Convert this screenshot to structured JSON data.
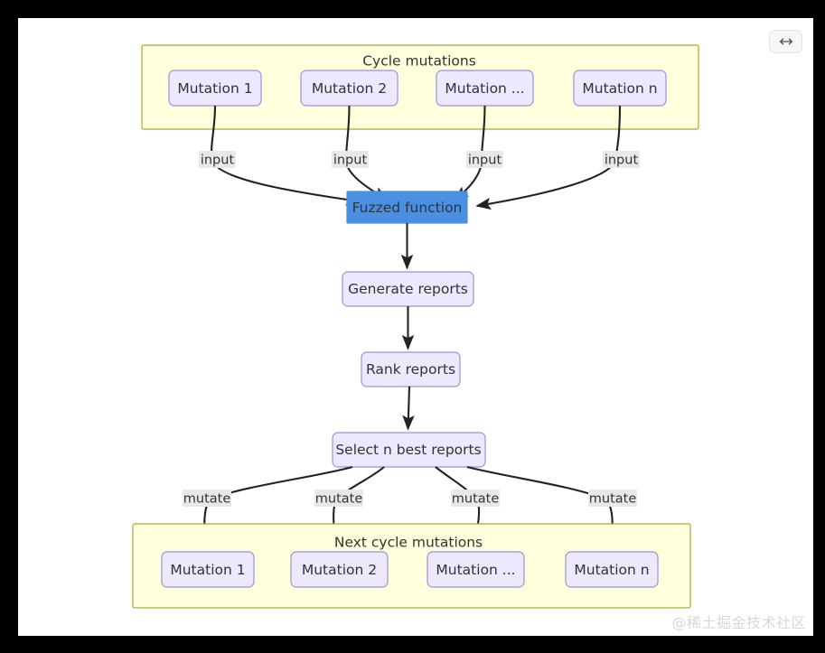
{
  "toolbar": {
    "expand_icon": "horizontal-resize-icon",
    "expand_label": "↔"
  },
  "watermark": {
    "text": "@稀土掘金技术社区"
  },
  "colors": {
    "cluster_fill": "#ffffde",
    "cluster_stroke": "#aaaa33",
    "node_fill": "#ece8fd",
    "node_stroke": "#9f8fd6",
    "accent_fill": "#4a8fe0",
    "edge_stroke": "#222222",
    "edge_label_bg": "#e8e8e8",
    "text": "#333333"
  },
  "diagram": {
    "type": "flowchart",
    "direction": "top-down",
    "clusters": [
      {
        "id": "cycle-mutations",
        "label": "Cycle mutations"
      },
      {
        "id": "next-cycle-mutations",
        "label": "Next cycle mutations"
      }
    ],
    "nodes": [
      {
        "id": "mutation-1-top",
        "label": "Mutation 1",
        "cluster": "cycle-mutations",
        "style": "default"
      },
      {
        "id": "mutation-2-top",
        "label": "Mutation 2",
        "cluster": "cycle-mutations",
        "style": "default"
      },
      {
        "id": "mutation-ellipsis-top",
        "label": "Mutation ...",
        "cluster": "cycle-mutations",
        "style": "default"
      },
      {
        "id": "mutation-n-top",
        "label": "Mutation n",
        "cluster": "cycle-mutations",
        "style": "default"
      },
      {
        "id": "fuzzed-function",
        "label": "Fuzzed function",
        "cluster": null,
        "style": "accent"
      },
      {
        "id": "generate-reports",
        "label": "Generate reports",
        "cluster": null,
        "style": "default"
      },
      {
        "id": "rank-reports",
        "label": "Rank reports",
        "cluster": null,
        "style": "default"
      },
      {
        "id": "select-n-best-reports",
        "label": "Select n best reports",
        "cluster": null,
        "style": "default"
      },
      {
        "id": "mutation-1-bottom",
        "label": "Mutation 1",
        "cluster": "next-cycle-mutations",
        "style": "default"
      },
      {
        "id": "mutation-2-bottom",
        "label": "Mutation 2",
        "cluster": "next-cycle-mutations",
        "style": "default"
      },
      {
        "id": "mutation-ellipsis-bottom",
        "label": "Mutation ...",
        "cluster": "next-cycle-mutations",
        "style": "default"
      },
      {
        "id": "mutation-n-bottom",
        "label": "Mutation n",
        "cluster": "next-cycle-mutations",
        "style": "default"
      }
    ],
    "edges": [
      {
        "from": "mutation-1-top",
        "to": "fuzzed-function",
        "label": "input"
      },
      {
        "from": "mutation-2-top",
        "to": "fuzzed-function",
        "label": "input"
      },
      {
        "from": "mutation-ellipsis-top",
        "to": "fuzzed-function",
        "label": "input"
      },
      {
        "from": "mutation-n-top",
        "to": "fuzzed-function",
        "label": "input"
      },
      {
        "from": "fuzzed-function",
        "to": "generate-reports",
        "label": ""
      },
      {
        "from": "generate-reports",
        "to": "rank-reports",
        "label": ""
      },
      {
        "from": "rank-reports",
        "to": "select-n-best-reports",
        "label": ""
      },
      {
        "from": "select-n-best-reports",
        "to": "mutation-1-bottom",
        "label": "mutate"
      },
      {
        "from": "select-n-best-reports",
        "to": "mutation-2-bottom",
        "label": "mutate"
      },
      {
        "from": "select-n-best-reports",
        "to": "mutation-ellipsis-bottom",
        "label": "mutate"
      },
      {
        "from": "select-n-best-reports",
        "to": "mutation-n-bottom",
        "label": "mutate"
      }
    ]
  }
}
